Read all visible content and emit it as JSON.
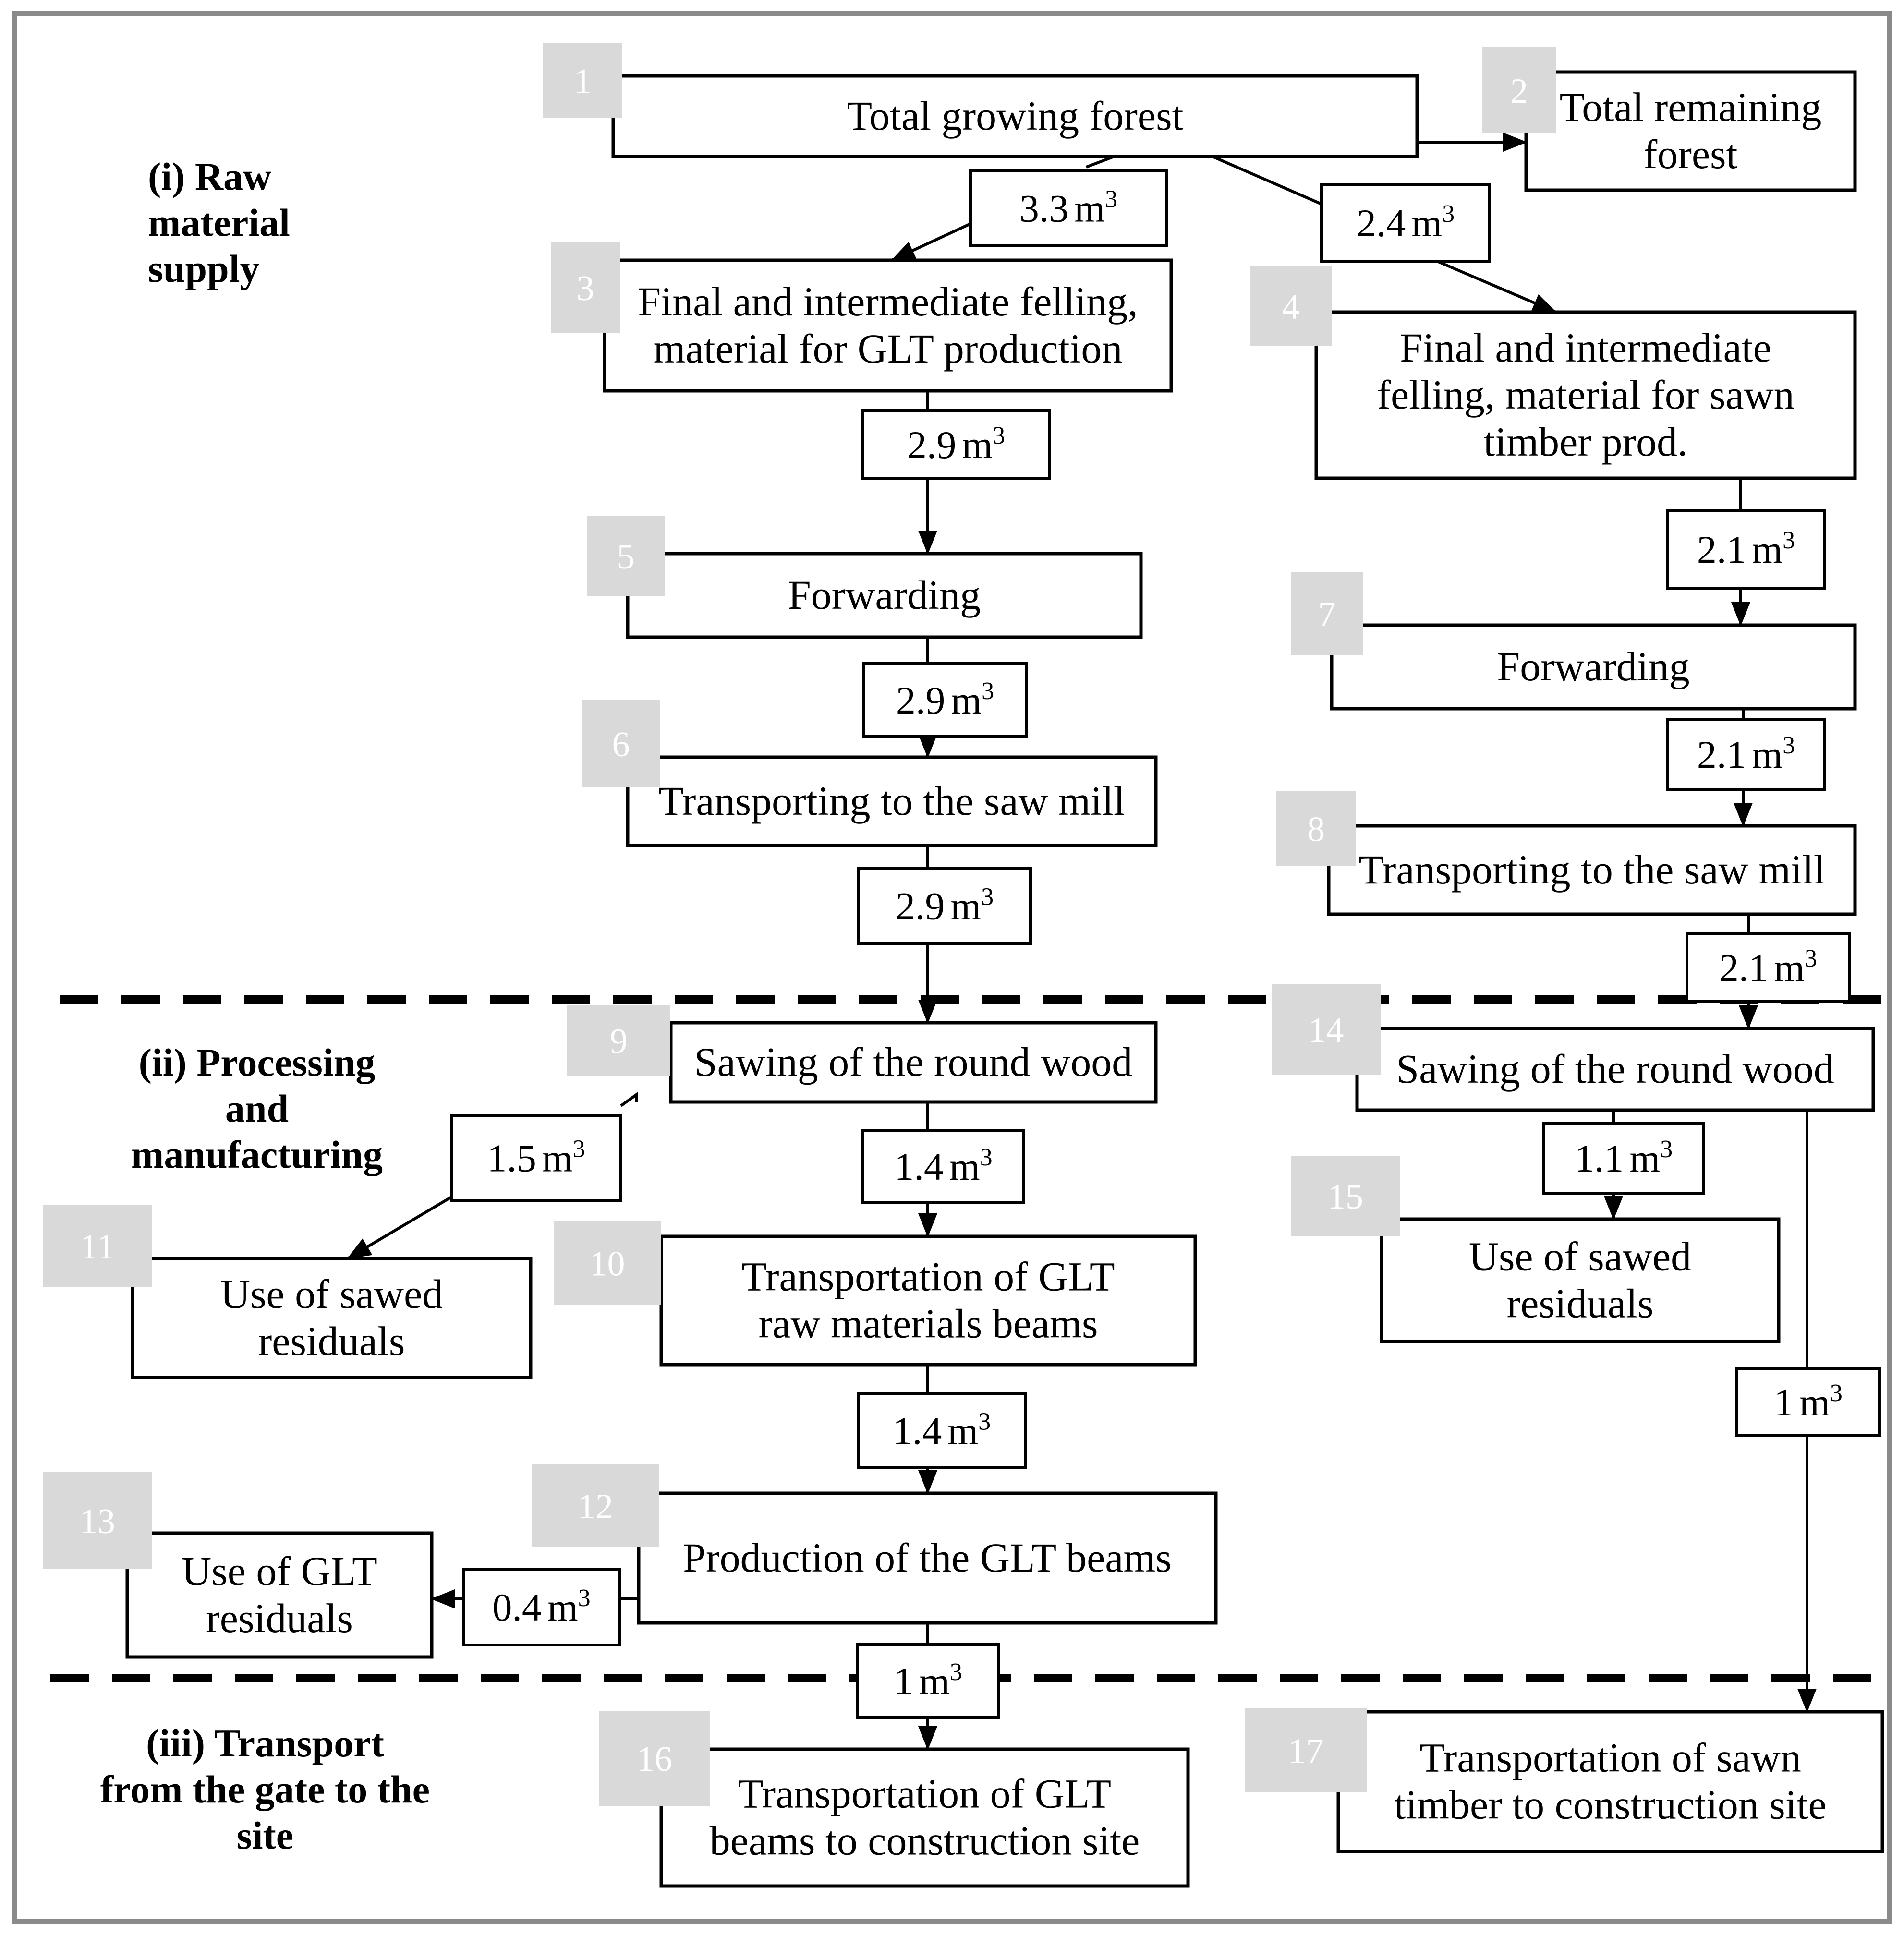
{
  "sections": [
    {
      "id": "raw",
      "lines": [
        "(i) Raw",
        "material",
        "supply"
      ]
    },
    {
      "id": "proc",
      "lines": [
        "(ii) Processing",
        "and",
        "manufacturing"
      ]
    },
    {
      "id": "trans",
      "lines": [
        "(iii) Transport",
        "from the gate to the",
        "site"
      ]
    }
  ],
  "steps": [
    {
      "num": "1",
      "lines": [
        "Total growing forest"
      ]
    },
    {
      "num": "2",
      "lines": [
        "Total remaining",
        "forest"
      ]
    },
    {
      "num": "3",
      "lines": [
        "Final and intermediate felling,",
        "material for GLT production"
      ]
    },
    {
      "num": "4",
      "lines": [
        "Final and intermediate",
        "felling, material for sawn",
        "timber prod."
      ]
    },
    {
      "num": "5",
      "lines": [
        "Forwarding"
      ]
    },
    {
      "num": "6",
      "lines": [
        "Transporting to the saw mill"
      ]
    },
    {
      "num": "7",
      "lines": [
        "Forwarding"
      ]
    },
    {
      "num": "8",
      "lines": [
        "Transporting to the saw mill"
      ]
    },
    {
      "num": "9",
      "lines": [
        "Sawing of the round wood"
      ]
    },
    {
      "num": "10",
      "lines": [
        "Transportation of GLT",
        "raw materials beams"
      ]
    },
    {
      "num": "11",
      "lines": [
        "Use of sawed",
        "residuals"
      ]
    },
    {
      "num": "12",
      "lines": [
        "Production of the GLT beams"
      ]
    },
    {
      "num": "13",
      "lines": [
        "Use of GLT",
        "residuals"
      ]
    },
    {
      "num": "14",
      "lines": [
        "Sawing of the round wood"
      ]
    },
    {
      "num": "15",
      "lines": [
        "Use of sawed",
        "residuals"
      ]
    },
    {
      "num": "16",
      "lines": [
        "Transportation of GLT",
        "beams to construction site"
      ]
    },
    {
      "num": "17",
      "lines": [
        "Transportation of sawn",
        "timber to construction site"
      ]
    }
  ],
  "volume_unit": "m",
  "volume_exponent": "3",
  "volumes": [
    {
      "id": "v1_3",
      "value": "3.3"
    },
    {
      "id": "v1_4",
      "value": "2.4"
    },
    {
      "id": "v3_5",
      "value": "2.9"
    },
    {
      "id": "v4_7",
      "value": "2.1"
    },
    {
      "id": "v5_6",
      "value": "2.9"
    },
    {
      "id": "v7_8",
      "value": "2.1"
    },
    {
      "id": "v6_9",
      "value": "2.9"
    },
    {
      "id": "v8_14",
      "value": "2.1"
    },
    {
      "id": "v9_11",
      "value": "1.5"
    },
    {
      "id": "v9_10",
      "value": "1.4"
    },
    {
      "id": "v14_15",
      "value": "1.1"
    },
    {
      "id": "v10_12",
      "value": "1.4"
    },
    {
      "id": "v14_17",
      "value": "1"
    },
    {
      "id": "v12_13",
      "value": "0.4"
    },
    {
      "id": "v12_16",
      "value": "1"
    }
  ],
  "colors": {
    "number_tag": "#d9d9d9",
    "frame": "#8a8a8a",
    "ink": "#000000"
  }
}
